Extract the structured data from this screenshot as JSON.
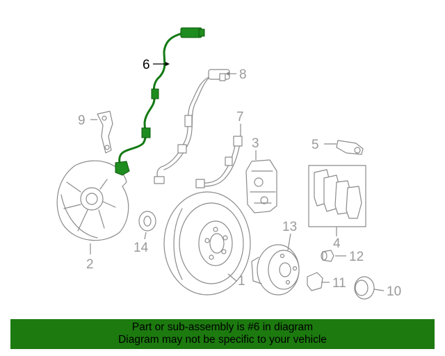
{
  "diagram": {
    "highlight_color": "#1e8c1e",
    "callouts": [
      {
        "id": "1",
        "label": "1"
      },
      {
        "id": "2",
        "label": "2"
      },
      {
        "id": "3",
        "label": "3"
      },
      {
        "id": "4",
        "label": "4"
      },
      {
        "id": "5",
        "label": "5"
      },
      {
        "id": "6",
        "label": "6",
        "highlighted": true
      },
      {
        "id": "7",
        "label": "7"
      },
      {
        "id": "8",
        "label": "8"
      },
      {
        "id": "9",
        "label": "9"
      },
      {
        "id": "10",
        "label": "10"
      },
      {
        "id": "11",
        "label": "11"
      },
      {
        "id": "12",
        "label": "12"
      },
      {
        "id": "13",
        "label": "13"
      },
      {
        "id": "14",
        "label": "14"
      }
    ]
  },
  "banner": {
    "background": "#1c7a0f",
    "line1": "Part or sub-assembly is #6 in diagram",
    "line2": "Diagram may not be specific to your vehicle"
  }
}
